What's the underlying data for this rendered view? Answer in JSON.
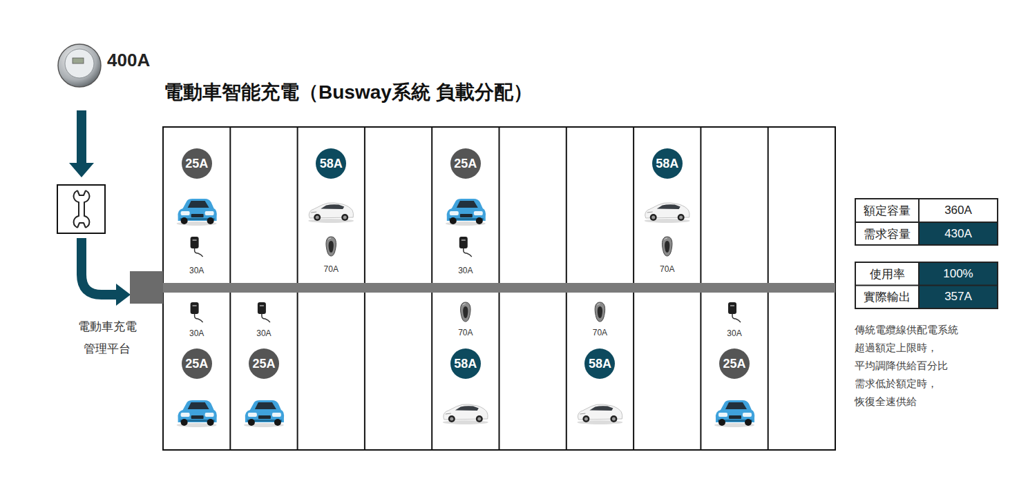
{
  "diagram": {
    "title": "電動車智能充電（Busway系統 負載分配）",
    "nodes": [
      {
        "text": [
          "25A"
        ]
      },
      {
        "text": [
          "58A"
        ]
      },
      {
        "text": [
          "25A"
        ]
      },
      {
        "text": [
          "58A"
        ]
      },
      {
        "text": [
          "25A"
        ]
      },
      {
        "text": [
          "25A"
        ]
      },
      {
        "text": [
          "58A"
        ]
      },
      {
        "text": [
          "58A"
        ]
      },
      {
        "text": [
          "25A"
        ]
      }
    ],
    "labels": [
      "400A",
      "電動車充電 管理平台",
      "30A",
      "70A",
      "30A",
      "70A",
      "30A",
      "30A",
      "70A",
      "70A",
      "30A",
      "額定容量",
      "360A",
      "需求容量",
      "430A",
      "使用率",
      "100%",
      "實際輸出",
      "357A",
      "傳統電纜線供配電系統 超過額定上限時， 平均調降供給百分比 需求低於額定時， 恢復全速供給"
    ]
  }
}
